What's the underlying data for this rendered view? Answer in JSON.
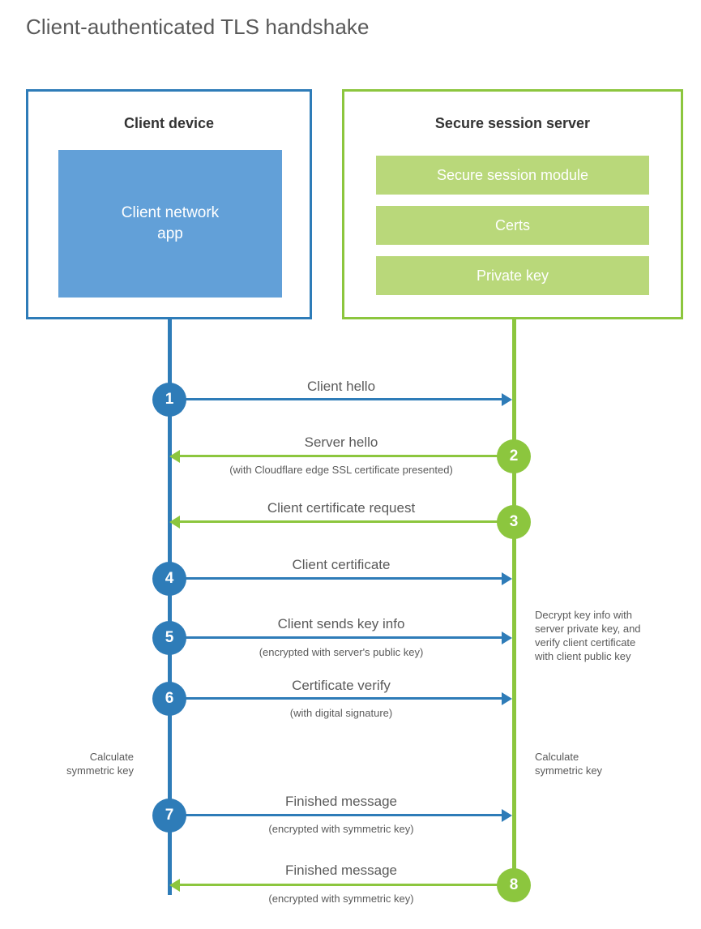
{
  "title": "Client-authenticated TLS handshake",
  "colors": {
    "blue_dark": "#2e7cb8",
    "blue_light": "#62a0d8",
    "green_dark": "#8cc63e",
    "green_light": "#b9d87a",
    "text": "#5a5a5a",
    "heading": "#333333",
    "background": "#ffffff"
  },
  "client_box": {
    "title": "Client device",
    "app_label": "Client network\napp"
  },
  "server_box": {
    "title": "Secure session server",
    "modules": [
      {
        "label": "Secure session module"
      },
      {
        "label": "Certs"
      },
      {
        "label": "Private key"
      }
    ]
  },
  "steps": [
    {
      "number": "1",
      "label": "Client hello",
      "sub": "",
      "direction": "client-to-server",
      "actor": "client"
    },
    {
      "number": "2",
      "label": "Server hello",
      "sub": "(with Cloudflare edge SSL certificate presented)",
      "direction": "server-to-client",
      "actor": "server"
    },
    {
      "number": "3",
      "label": "Client certificate request",
      "sub": "",
      "direction": "server-to-client",
      "actor": "server"
    },
    {
      "number": "4",
      "label": "Client certificate",
      "sub": "",
      "direction": "client-to-server",
      "actor": "client"
    },
    {
      "number": "5",
      "label": "Client sends key info",
      "sub": "(encrypted with server's public key)",
      "direction": "client-to-server",
      "actor": "client"
    },
    {
      "number": "6",
      "label": "Certificate verify",
      "sub": "(with digital signature)",
      "direction": "client-to-server",
      "actor": "client"
    },
    {
      "number": "7",
      "label": "Finished message",
      "sub": "(encrypted with symmetric key)",
      "direction": "client-to-server",
      "actor": "client"
    },
    {
      "number": "8",
      "label": "Finished message",
      "sub": "(encrypted with symmetric key)",
      "direction": "server-to-client",
      "actor": "server"
    }
  ],
  "annotations": {
    "server_decrypt": "Decrypt key info with\nserver private key, and\nverify client certificate\nwith client public key",
    "client_calculate": "Calculate\nsymmetric key",
    "server_calculate": "Calculate\nsymmetric key"
  }
}
